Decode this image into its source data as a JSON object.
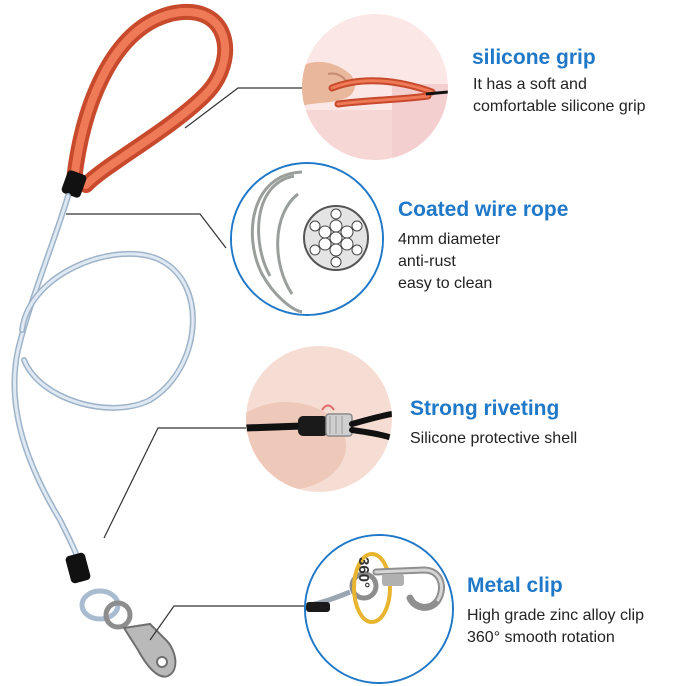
{
  "features": [
    {
      "id": "silicone-grip",
      "title": "silicone grip",
      "lines": [
        "It has a soft and",
        "comfortable silicone grip"
      ]
    },
    {
      "id": "coated-wire-rope",
      "title": "Coated wire rope",
      "lines": [
        "4mm diameter",
        "anti-rust",
        "easy to clean"
      ]
    },
    {
      "id": "strong-riveting",
      "title": "Strong riveting",
      "lines": [
        "Silicone protective shell"
      ]
    },
    {
      "id": "metal-clip",
      "title": "Metal clip",
      "lines": [
        "High grade zinc alloy clip",
        "360° smooth rotation"
      ]
    }
  ],
  "rotation_badge": "360°",
  "colors": {
    "title_blue": "#1f78c8",
    "grip_orange": "#e2603f",
    "wire_blue": "#c9d9ea",
    "text_dark": "#222222"
  }
}
